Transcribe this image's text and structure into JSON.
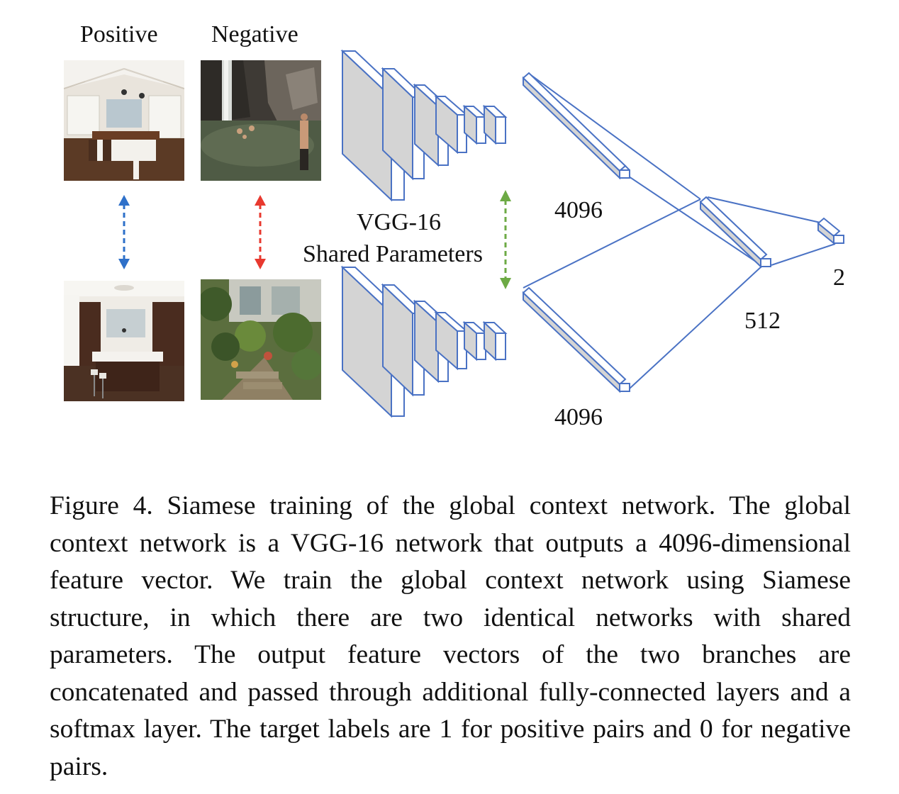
{
  "figure": {
    "headers": {
      "positive": "Positive",
      "negative": "Negative"
    },
    "network_label": {
      "line1": "VGG-16",
      "line2": "Shared Parameters"
    },
    "dims": {
      "top_fc": "4096",
      "bottom_fc": "4096",
      "hidden_fc": "512",
      "output": "2"
    },
    "colors": {
      "network_outline": "#4a72c4",
      "layer_fill": "#d4d4d4",
      "arrow_positive": "#2e70c9",
      "arrow_negative": "#e8392f",
      "arrow_shared": "#6daa45"
    },
    "photos": [
      {
        "name": "kitchen-photo-top",
        "depicts": "kitchen interior"
      },
      {
        "name": "waterfall-photo",
        "depicts": "waterfall pool with people"
      },
      {
        "name": "kitchen-photo-bottom",
        "depicts": "kitchen interior"
      },
      {
        "name": "garden-photo",
        "depicts": "garden courtyard"
      }
    ]
  },
  "caption": "Figure 4. Siamese training of the global context network. The global context network is a VGG-16 network that outputs a 4096-dimensional feature vector. We train the global context network using Siamese structure, in which there are two identical networks with shared parameters. The output feature vectors of the two branches are concatenated and passed through additional fully-connected layers and a softmax layer. The target labels are 1 for positive pairs and 0 for negative pairs."
}
